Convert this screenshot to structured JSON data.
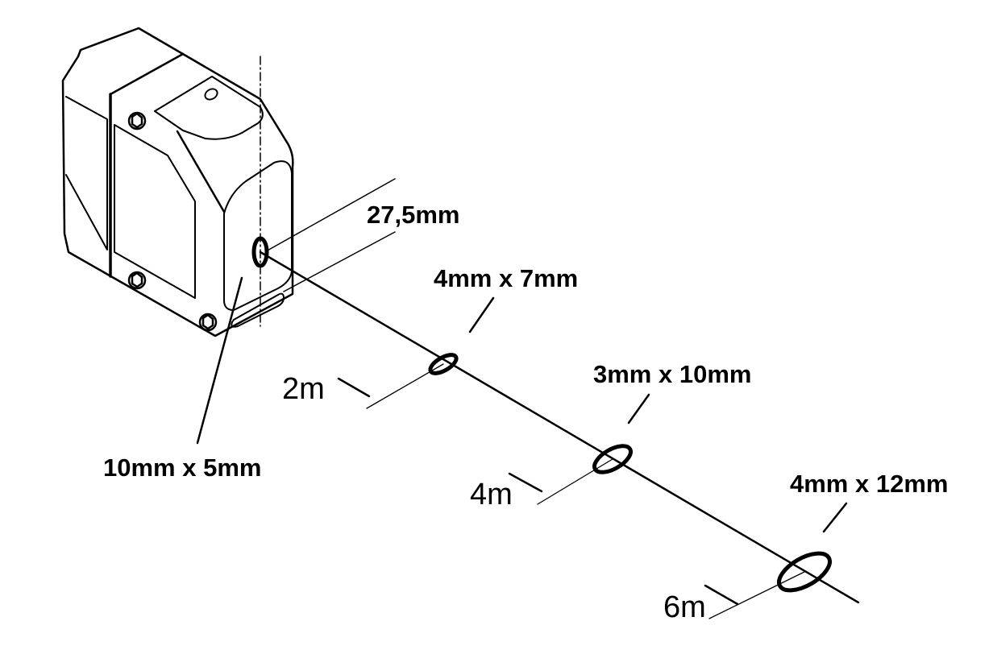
{
  "labels": {
    "width": "27,5mm",
    "spot_origin": "10mm x 5mm",
    "spot_2m": "4mm x 7mm",
    "spot_4m": "3mm x 10mm",
    "spot_6m": "4mm x 12mm",
    "dist_2m": "2m",
    "dist_4m": "4m",
    "dist_6m": "6m"
  }
}
